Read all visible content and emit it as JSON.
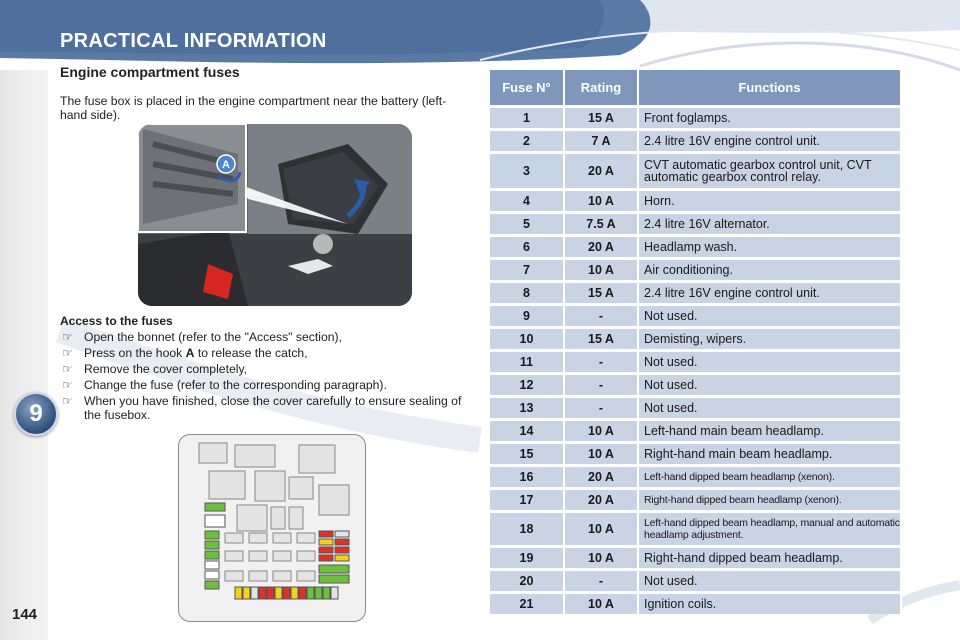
{
  "header": {
    "title": "PRACTICAL INFORMATION"
  },
  "chapter": {
    "number": "9"
  },
  "page": {
    "number": "144"
  },
  "section": {
    "title": "Engine compartment fuses",
    "intro": "The fuse box is placed in the engine compartment near the battery (left-hand side).",
    "photo_label": "A"
  },
  "access": {
    "title": "Access to the fuses",
    "bullet_glyph": "☞",
    "steps": [
      {
        "text": "Open the bonnet (refer to the \"Access\" section),"
      },
      {
        "before": "Press on the hook ",
        "bold": "A",
        "after": " to release the catch,"
      },
      {
        "text": "Remove the cover completely,"
      },
      {
        "text": "Change the fuse (refer to the corresponding paragraph)."
      },
      {
        "text": "When you have finished, close the cover carefully to ensure sealing of the fusebox."
      }
    ]
  },
  "table": {
    "headers": [
      "Fuse N°",
      "Rating",
      "Functions"
    ],
    "rows": [
      {
        "fuse": "1",
        "rating": "15 A",
        "functions": "Front foglamps."
      },
      {
        "fuse": "2",
        "rating": "7 A",
        "functions": "2.4 litre 16V engine control unit."
      },
      {
        "fuse": "3",
        "rating": "20 A",
        "functions": "CVT automatic gearbox control unit, CVT automatic gearbox control relay."
      },
      {
        "fuse": "4",
        "rating": "10 A",
        "functions": "Horn."
      },
      {
        "fuse": "5",
        "rating": "7.5 A",
        "functions": "2.4 litre 16V alternator."
      },
      {
        "fuse": "6",
        "rating": "20 A",
        "functions": "Headlamp wash."
      },
      {
        "fuse": "7",
        "rating": "10 A",
        "functions": "Air conditioning."
      },
      {
        "fuse": "8",
        "rating": "15 A",
        "functions": "2.4 litre 16V engine control unit."
      },
      {
        "fuse": "9",
        "rating": "-",
        "functions": "Not used."
      },
      {
        "fuse": "10",
        "rating": "15 A",
        "functions": "Demisting, wipers."
      },
      {
        "fuse": "11",
        "rating": "-",
        "functions": "Not used."
      },
      {
        "fuse": "12",
        "rating": "-",
        "functions": "Not used."
      },
      {
        "fuse": "13",
        "rating": "-",
        "functions": "Not used."
      },
      {
        "fuse": "14",
        "rating": "10 A",
        "functions": "Left-hand main beam headlamp."
      },
      {
        "fuse": "15",
        "rating": "10 A",
        "functions": "Right-hand main beam headlamp."
      },
      {
        "fuse": "16",
        "rating": "20 A",
        "functions": "Left-hand dipped beam headlamp (xenon)."
      },
      {
        "fuse": "17",
        "rating": "20 A",
        "functions": "Right-hand dipped beam headlamp (xenon)."
      },
      {
        "fuse": "18",
        "rating": "10 A",
        "functions": "Left-hand dipped beam headlamp, manual and automatic headlamp adjustment."
      },
      {
        "fuse": "19",
        "rating": "10 A",
        "functions": "Right-hand dipped beam headlamp."
      },
      {
        "fuse": "20",
        "rating": "-",
        "functions": "Not used."
      },
      {
        "fuse": "21",
        "rating": "10 A",
        "functions": "Ignition coils."
      }
    ]
  },
  "colors": {
    "header_blue": "#4f6f9c",
    "table_header": "#7e97bb",
    "table_cell": "#c8d3e3",
    "fuse_green": "#6fbf3f",
    "fuse_red": "#e0302a",
    "fuse_yellow": "#f2d21b"
  }
}
